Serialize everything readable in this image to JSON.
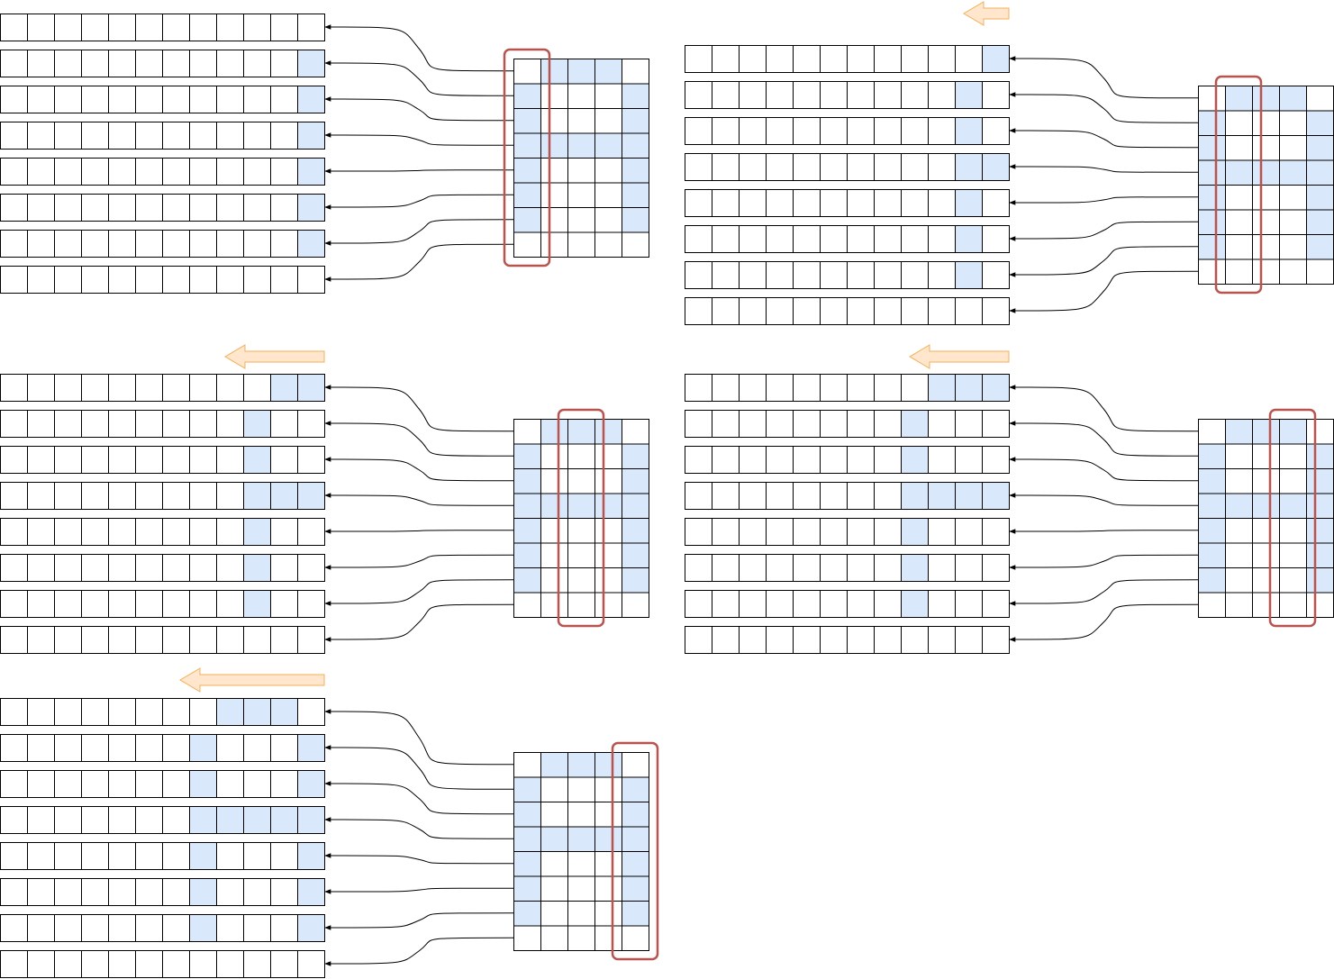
{
  "colors": {
    "lit": "#dae8fc",
    "off": "#ffffff",
    "grid_line": "#000000",
    "selection": "#b85450",
    "scroll_arrow_fill": "#ffe6cc",
    "scroll_arrow_stroke": "#f0b05a"
  },
  "source_glyph": {
    "rows": [
      [
        0,
        1,
        1,
        1,
        0
      ],
      [
        1,
        0,
        0,
        0,
        1
      ],
      [
        1,
        0,
        0,
        0,
        1
      ],
      [
        1,
        1,
        1,
        1,
        1
      ],
      [
        1,
        0,
        0,
        0,
        1
      ],
      [
        1,
        0,
        0,
        0,
        1
      ],
      [
        1,
        0,
        0,
        0,
        1
      ],
      [
        0,
        0,
        0,
        0,
        0
      ]
    ]
  },
  "panels": [
    {
      "step": 1,
      "selected_column": 0,
      "display_rows": [
        "000000000000",
        "000000000001",
        "000000000001",
        "000000000001",
        "000000000001",
        "000000000001",
        "000000000001",
        "000000000000"
      ],
      "scroll_arrow": false
    },
    {
      "step": 2,
      "selected_column": 1,
      "display_rows": [
        "000000000001",
        "000000000010",
        "000000000010",
        "000000000011",
        "000000000010",
        "000000000010",
        "000000000010",
        "000000000000"
      ],
      "scroll_arrow": true
    },
    {
      "step": 3,
      "selected_column": 2,
      "display_rows": [
        "000000000011",
        "000000000100",
        "000000000100",
        "000000000111",
        "000000000100",
        "000000000100",
        "000000000100",
        "000000000000"
      ],
      "scroll_arrow": true
    },
    {
      "step": 4,
      "selected_column": 3,
      "display_rows": [
        "000000000111",
        "000000001000",
        "000000001000",
        "000000001111",
        "000000001000",
        "000000001000",
        "000000001000",
        "000000000000"
      ],
      "scroll_arrow": true
    },
    {
      "step": 5,
      "selected_column": 4,
      "display_rows": [
        "000000001110",
        "000000010001",
        "000000010001",
        "000000011111",
        "000000010001",
        "000000010001",
        "000000010001",
        "000000000000"
      ],
      "scroll_arrow": true
    }
  ]
}
